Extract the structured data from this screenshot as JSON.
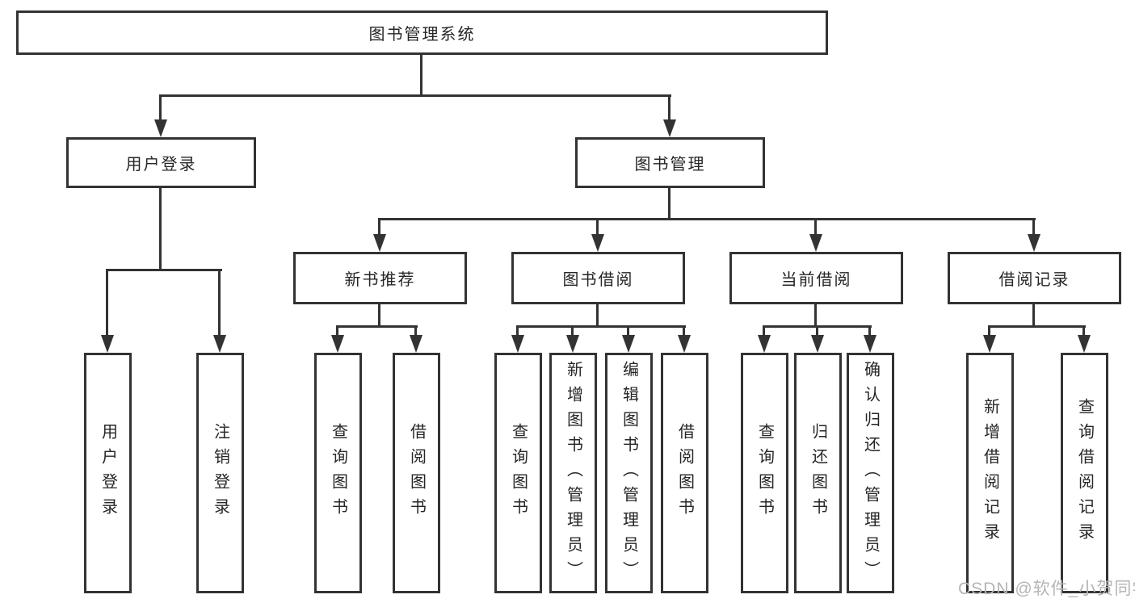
{
  "diagram": {
    "root": {
      "label": "图书管理系统"
    },
    "branches": [
      {
        "label": "用户登录",
        "children": [
          {
            "label": "用户登录"
          },
          {
            "label": "注销登录"
          }
        ]
      },
      {
        "label": "图书管理",
        "children": [
          {
            "label": "新书推荐",
            "children": [
              {
                "label": "查询图书"
              },
              {
                "label": "借阅图书"
              }
            ]
          },
          {
            "label": "图书借阅",
            "children": [
              {
                "label": "查询图书"
              },
              {
                "label": "新增图书（管理员）"
              },
              {
                "label": "编辑图书（管理员）"
              },
              {
                "label": "借阅图书"
              }
            ]
          },
          {
            "label": "当前借阅",
            "children": [
              {
                "label": "查询图书"
              },
              {
                "label": "归还图书"
              },
              {
                "label": "确认归还（管理员）"
              }
            ]
          },
          {
            "label": "借阅记录",
            "children": [
              {
                "label": "新增借阅记录"
              },
              {
                "label": "查询借阅记录"
              }
            ]
          }
        ]
      }
    ]
  },
  "watermark": {
    "text": "CSDN @软件_小贺同学"
  },
  "colors": {
    "line": "#333333",
    "text": "#262626",
    "watermark": "#b5b5b5",
    "background": "#ffffff"
  }
}
